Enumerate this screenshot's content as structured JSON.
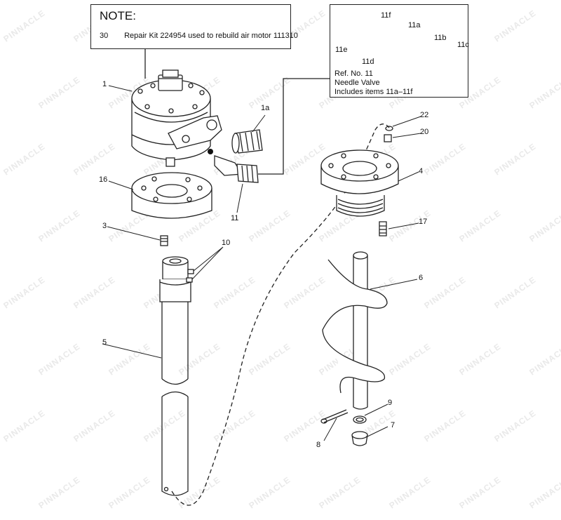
{
  "note": {
    "title": "NOTE:",
    "item_number": "30",
    "item_text": "Repair Kit 224954 used to rebuild air motor 111310"
  },
  "inset": {
    "lines": [
      "Ref. No. 11",
      "Needle Valve",
      "Includes items 11a–11f"
    ],
    "labels": [
      "11f",
      "11a",
      "11e",
      "11d",
      "11b",
      "11c"
    ]
  },
  "callouts": [
    "1",
    "1a",
    "16",
    "11",
    "3",
    "10",
    "5",
    "22",
    "20",
    "4",
    "17",
    "6",
    "9",
    "8",
    "7"
  ],
  "watermark": "PINNACLE"
}
